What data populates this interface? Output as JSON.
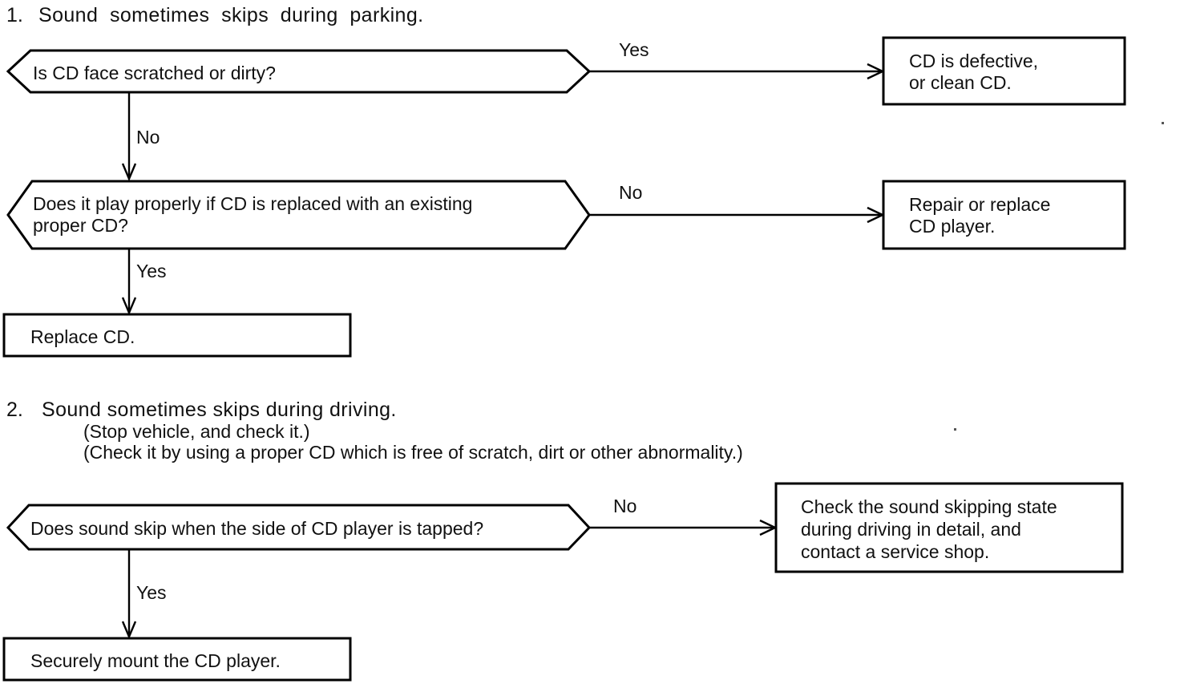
{
  "document": {
    "title": "Sound skipping troubleshooting flowcharts",
    "background_color": "#ffffff",
    "ink_color": "#000000"
  },
  "sections": [
    {
      "number": "1.",
      "heading": "Sound  sometimes  skips  during  parking.",
      "sublines": [],
      "nodes": {
        "decision1": "Is CD face scratched or dirty?",
        "decision2_line1": "Does it play properly if CD is replaced with an existing",
        "decision2_line2": "proper CD?",
        "result1_line1": "CD is defective,",
        "result1_line2": "or clean CD.",
        "result2_line1": "Repair or replace",
        "result2_line2": "CD player.",
        "terminal": "Replace CD."
      },
      "edges": {
        "d1_yes": "Yes",
        "d1_no": "No",
        "d2_no": "No",
        "d2_yes": "Yes"
      }
    },
    {
      "number": "2.",
      "heading": "Sound sometimes skips during driving.",
      "sublines": [
        "(Stop vehicle, and check it.)",
        "(Check it by using a proper CD which is free of scratch, dirt or other abnormality.)"
      ],
      "nodes": {
        "decision1": "Does sound skip when the side of CD player is tapped?",
        "result1_line1": "Check the sound skipping state",
        "result1_line2": "during driving in detail, and",
        "result1_line3": "contact a service shop.",
        "terminal": "Securely mount the CD player."
      },
      "edges": {
        "d1_no": "No",
        "d1_yes": "Yes"
      }
    }
  ]
}
